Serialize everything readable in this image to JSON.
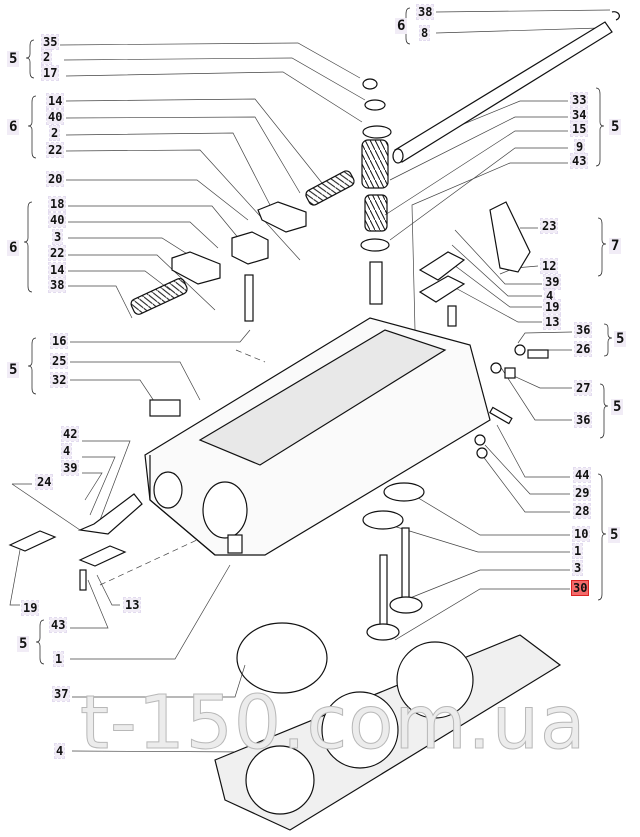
{
  "watermark": "t-150.com.ua",
  "highlight_color": "#f36a6a",
  "groups": {
    "g_top": "6",
    "g_l1": "5",
    "g_l2": "6",
    "g_l3": "6",
    "g_l4": "5",
    "g_l5": "5",
    "g_r1": "5",
    "g_r2": "7",
    "g_r3": "5",
    "g_r4": "5",
    "g_r5": "5"
  },
  "callouts": {
    "t38": "38",
    "t8": "8",
    "a35": "35",
    "a2": "2",
    "a17": "17",
    "b14": "14",
    "b40": "40",
    "b2": "2",
    "b22": "22",
    "c20": "20",
    "d18": "18",
    "d40": "40",
    "d3": "3",
    "d22": "22",
    "d14": "14",
    "d38": "38",
    "e16": "16",
    "e25": "25",
    "e32": "32",
    "f42": "42",
    "f4": "4",
    "f39": "39",
    "f24": "24",
    "g19": "19",
    "g13": "13",
    "g43": "43",
    "g1": "1",
    "h37": "37",
    "h4": "4",
    "r33": "33",
    "r34": "34",
    "r15": "15",
    "r9": "9",
    "r43": "43",
    "s23": "23",
    "s12": "12",
    "s39": "39",
    "s4": "4",
    "s19": "19",
    "s13": "13",
    "u36a": "36",
    "u26": "26",
    "u27": "27",
    "u36b": "36",
    "v44": "44",
    "v29": "29",
    "v28": "28",
    "v10": "10",
    "v1": "1",
    "v3": "3",
    "v30": "30"
  },
  "selected_callout": "30"
}
